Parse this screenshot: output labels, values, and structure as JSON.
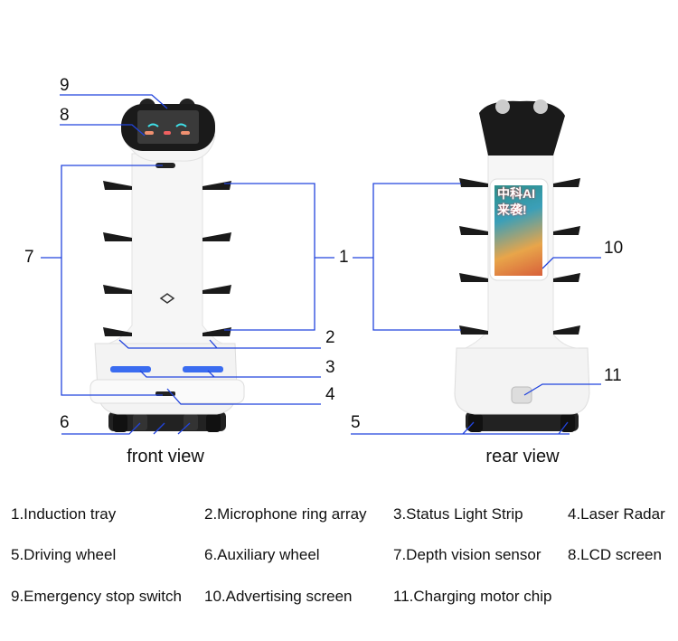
{
  "callouts": [
    "1",
    "2",
    "3",
    "4",
    "5",
    "6",
    "7",
    "8",
    "9",
    "10",
    "11"
  ],
  "views": {
    "front": "front view",
    "rear": "rear view"
  },
  "legend": [
    "1.Induction tray",
    "2.Microphone ring array",
    "3.Status Light Strip",
    "4.Laser Radar",
    "5.Driving wheel",
    "6.Auxiliary wheel",
    "7.Depth vision sensor",
    "8.LCD screen",
    "9.Emergency stop switch",
    "10.Advertising screen",
    "11.Charging motor chip"
  ],
  "ad_screen": {
    "line1": "中科AI",
    "line2": "来袭!"
  },
  "colors": {
    "callout": "#2244dd",
    "body": "#f4f4f4",
    "dark": "#1a1a1a"
  }
}
